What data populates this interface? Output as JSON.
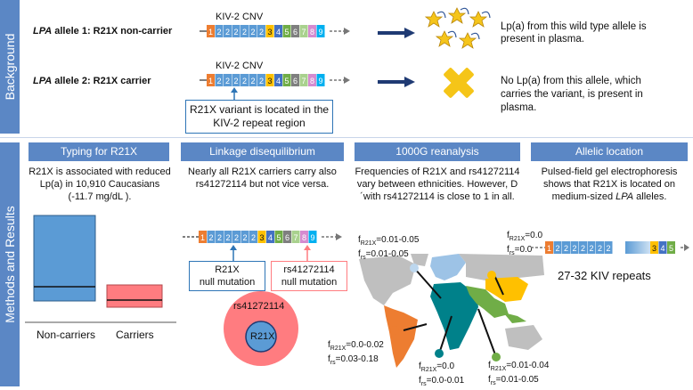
{
  "colors": {
    "header_blue": "#5b87c5",
    "kiv1": "#ed7d31",
    "kiv2": "#5b9bd5",
    "kiv3": "#ffc000",
    "kiv4": "#4472c4",
    "kiv5": "#70ad47",
    "kiv6": "#7f7f7f",
    "kiv7": "#a9d18e",
    "kiv8": "#d58bd0",
    "kiv9": "#00b0f0",
    "noncarrier_box": "#5b9bd5",
    "carrier_box": "#ff7c80",
    "map_europe": "#9dc3e6",
    "map_americas": "#ed7d31",
    "map_africa": "#00818a",
    "map_east_asia": "#ffc000",
    "map_south_asia": "#70ad47",
    "map_gray": "#bfbfbf"
  },
  "sections": {
    "background": "Background",
    "methods": "Methods and Results"
  },
  "background": {
    "allele1": {
      "prefix": "LPA",
      "rest": " allele 1: R21X non-carrier",
      "cnv_label": "KIV-2 CNV",
      "text": "Lp(a) from this wild type allele is present in plasma."
    },
    "allele2": {
      "prefix": "LPA",
      "rest": " allele 2: R21X carrier",
      "cnv_label": "KIV-2 CNV",
      "text": "No Lp(a) from this allele, which carries the variant, is present in plasma."
    },
    "variant_box": "R21X variant is located in the KIV-2 repeat region",
    "kiv_labels": [
      "1",
      "2",
      "2",
      "2",
      "2",
      "2",
      "2",
      "3",
      "4",
      "5",
      "6",
      "7",
      "8",
      "9"
    ],
    "icons": {
      "lpa_particle": "lpa-particle-icon",
      "absent": "x-mark-icon",
      "arrow": "right-arrow-icon"
    }
  },
  "panels": [
    {
      "header": "Typing for R21X",
      "body": "R21X is associated with reduced Lp(a) in 10,910 Caucasians (-11.7 mg/dL )."
    },
    {
      "header": "Linkage disequilibrium",
      "body": "Nearly all R21X carriers carry also rs41272114 but not vice versa."
    },
    {
      "header": "1000G reanalysis",
      "body": "Frequencies of R21X and rs41272114 vary between ethnicities. However, D´with rs41272114 is close to 1 in all."
    },
    {
      "header": "Allelic location",
      "body_pre": "Pulsed-field gel electrophoresis shows that R21X is located on medium-sized ",
      "body_em": "LPA",
      "body_post": " alleles."
    }
  ],
  "chart_data": {
    "type": "box",
    "categories": [
      "Non-carriers",
      "Carriers"
    ],
    "note": "schematic boxes, no axis values shown"
  },
  "ld": {
    "kiv_labels": [
      "1",
      "2",
      "2",
      "2",
      "2",
      "2",
      "2",
      "3",
      "4",
      "5",
      "6",
      "7",
      "8",
      "9"
    ],
    "r21x_box": [
      "R21X",
      "null mutation"
    ],
    "rs_box": [
      "rs41272114",
      "null mutation"
    ],
    "venn_outer": "rs41272114",
    "venn_inner": "R21X"
  },
  "map_labels": {
    "europe": {
      "f1_sub": "R21X",
      "f1_val": "=0.01-0.05",
      "f2_sub": "rs",
      "f2_val": "=0.01-0.05"
    },
    "east_asia": {
      "f1_sub": "R21X",
      "f1_val": "=0.0",
      "f2_sub": "rs",
      "f2_val": "=0.0"
    },
    "americas": {
      "f1_sub": "R21X",
      "f1_val": "=0.0-0.02",
      "f2_sub": "rs",
      "f2_val": "=0.03-0.18"
    },
    "africa": {
      "f1_sub": "R21X",
      "f1_val": "=0.0",
      "f2_sub": "rs",
      "f2_val": "=0.0-0.01"
    },
    "south_asia": {
      "f1_sub": "R21X",
      "f1_val": "=0.01-0.04",
      "f2_sub": "rs",
      "f2_val": "=0.01-0.05"
    },
    "f": "f"
  },
  "allelic": {
    "kiv_labels": [
      "1",
      "2",
      "2",
      "2",
      "2",
      "2",
      "2",
      "2",
      "3",
      "4",
      "5"
    ],
    "repeats": "27-32 KIV repeats"
  }
}
